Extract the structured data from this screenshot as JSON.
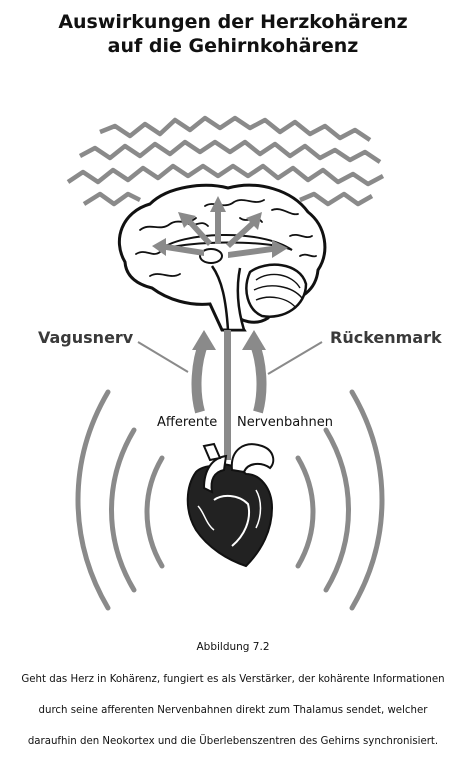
{
  "title_line1": "Auswirkungen der Herzkohärenz",
  "title_line2": "auf die Gehirnkohärenz",
  "labels": {
    "left": "Vagusnerv",
    "right": "Rückenmark",
    "path_left": "Afferente",
    "path_right": "Nervenbahnen"
  },
  "caption": {
    "figure": "Abbildung 7.2",
    "lines": [
      "Geht das Herz in Kohärenz, fungiert es als Verstärker, der kohärente Informationen",
      "durch seine afferenten Nervenbahnen direkt zum Thalamus sendet, welcher",
      "daraufhin den Neokortex und die Überlebenszentren des Gehirns synchronisiert."
    ]
  },
  "colors": {
    "gray": "#8a8a8a",
    "ink": "#111111",
    "text_gray": "#3a3a3a"
  },
  "icons": [
    "brain-icon",
    "heart-icon",
    "wave-lines",
    "arrow-icon"
  ]
}
